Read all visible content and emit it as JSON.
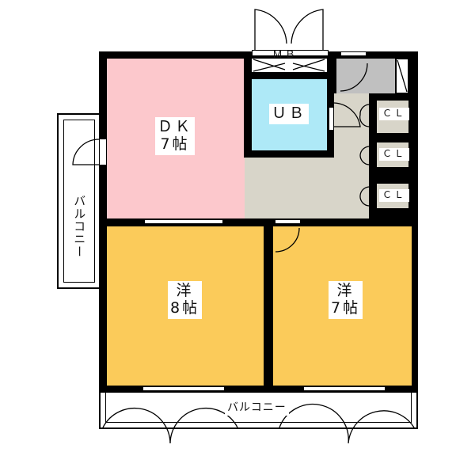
{
  "rooms": {
    "dk": {
      "name": "ＤＫ",
      "size": "7帖",
      "color": "#fcc8cc"
    },
    "ub": {
      "name": "ＵＢ",
      "color": "#aee9f7"
    },
    "mb": {
      "name": "ＭＢ"
    },
    "cl1": {
      "name": "ＣＬ"
    },
    "cl2": {
      "name": "ＣＬ"
    },
    "cl3": {
      "name": "ＣＬ"
    },
    "western1": {
      "name": "洋",
      "size": "8帖",
      "color": "#fbcb5a"
    },
    "western2": {
      "name": "洋",
      "size": "7帖",
      "color": "#fbcb5a"
    },
    "balcony_left": {
      "name": "バルコニー"
    },
    "balcony_bottom": {
      "name": "バルコニー"
    }
  },
  "colors": {
    "hall": "#d8d5c9",
    "entrance": "#c0c0c0"
  }
}
